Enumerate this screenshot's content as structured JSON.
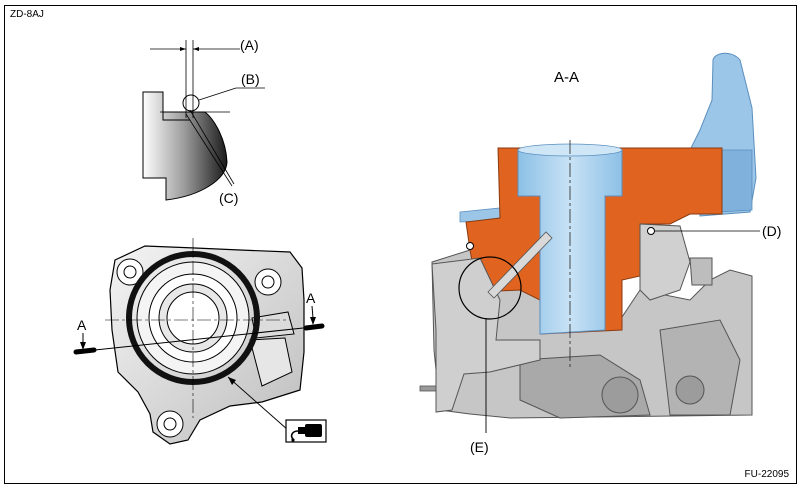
{
  "figure_code": "ZD-8AJ",
  "figure_number": "FU-22095",
  "section_label": "A-A",
  "callouts": {
    "a": "(A)",
    "b": "(B)",
    "c": "(C)",
    "d": "(D)",
    "e": "(E)"
  },
  "section_marks": {
    "left": "A",
    "right": "A"
  },
  "colors": {
    "orange": "#e0631f",
    "blue": "#a9d1ee",
    "blue_dark": "#7fb4dd",
    "gray": "#c9c9c9",
    "gray_dark": "#8a8a8a",
    "line": "#000000"
  },
  "icons": {
    "sealant": "liquid-gasket-icon"
  }
}
